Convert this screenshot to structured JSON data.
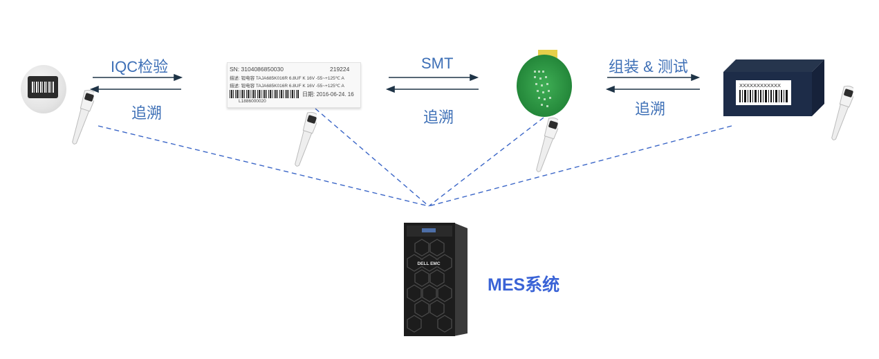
{
  "flow": {
    "iqc_label": "IQC检验",
    "smt_label": "SMT",
    "assembly_label": "组装 & 测试",
    "trace_label": "追溯"
  },
  "material_label": {
    "sn": "SN: 3104086850030",
    "code": "219224",
    "desc1": "描述: 钽电容 TAJA685K016R 6.8UF K 16V -55~+125℃ A",
    "desc2": "描述: 钽电容 TAJA685K016R 6.8UF K 16V -55~+125℃ A",
    "date": "日期: 2016-06-24. 16",
    "lot": "L1886000020"
  },
  "product_box": {
    "barcode_text": "XXXXXXXXXXXX"
  },
  "server": {
    "brand": "DELL EMC",
    "mes_label": "MES系统"
  },
  "colors": {
    "label_blue": "#3d6fb6",
    "mes_blue": "#3a63d6",
    "arrow_navy": "#1f3447",
    "dash_blue": "#3b66c7"
  }
}
